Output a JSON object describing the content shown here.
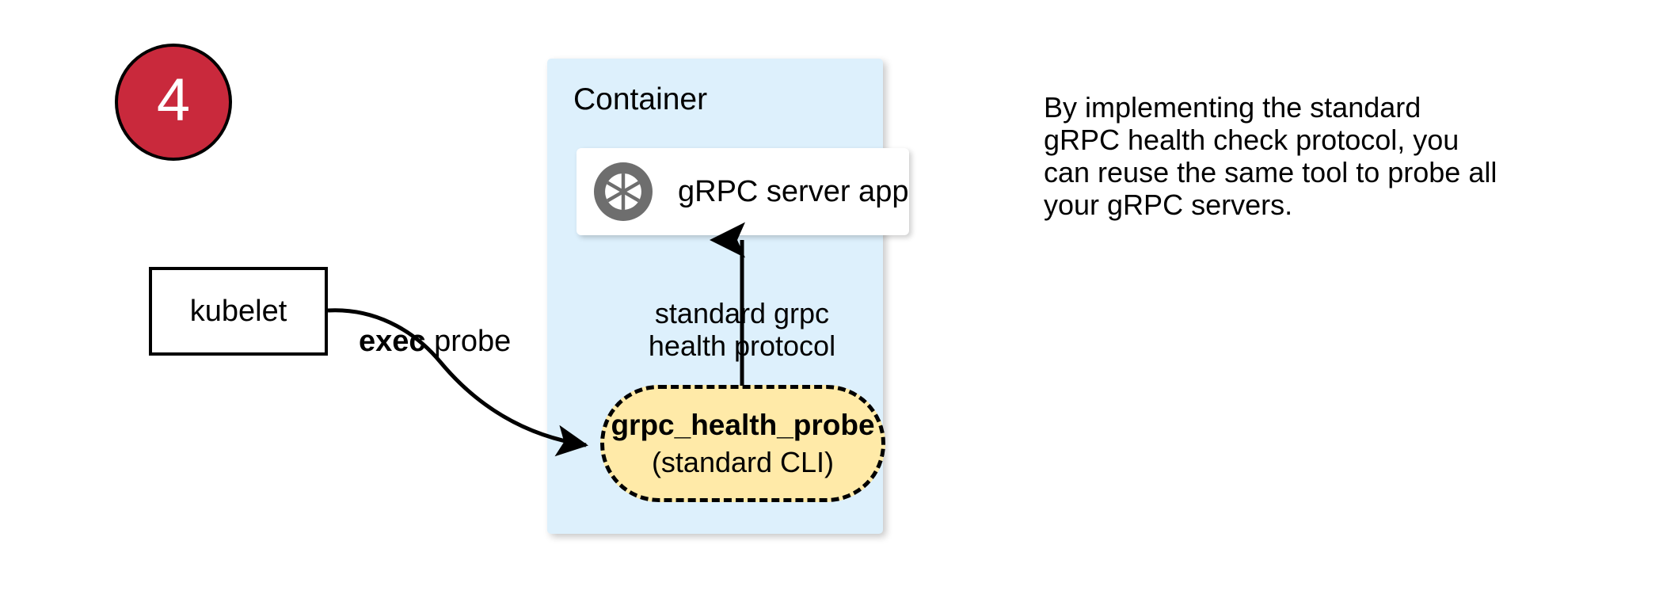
{
  "step": {
    "number": "4"
  },
  "container": {
    "label": "Container",
    "fill_color": "#ddf0fc"
  },
  "server_card": {
    "icon": "grpc-aperture-icon",
    "icon_color": "#6e6e6e",
    "label": "gRPC server app"
  },
  "kubelet": {
    "label": "kubelet"
  },
  "exec_probe": {
    "bold_text": "exec",
    "rest_text": " probe"
  },
  "protocol": {
    "line1": "standard grpc",
    "line2": "health protocol"
  },
  "probe_pill": {
    "title": "grpc_health_probe",
    "subtitle": "(standard CLI)",
    "fill_color": "#ffeaa8",
    "border_style": "dashed"
  },
  "side_note": {
    "line1": "By implementing the standard",
    "line2": "gRPC health check protocol, you",
    "line3": "can reuse the same tool to probe all",
    "line4": "your gRPC servers."
  },
  "colors": {
    "badge_red": "#c9293c",
    "container_blue": "#ddf0fc",
    "pill_yellow": "#ffeaa8",
    "stroke_black": "#000000",
    "icon_gray": "#6e6e6e"
  }
}
